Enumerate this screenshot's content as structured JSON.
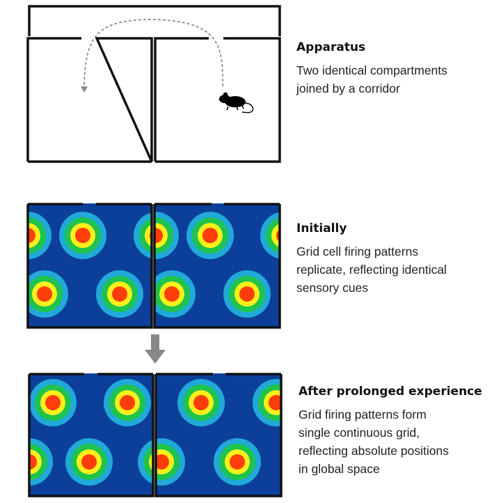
{
  "colors": {
    "background": "#0b3f9a",
    "field_rings": [
      "#21a9d8",
      "#1ec44c",
      "#ffef1a",
      "#ff3d0a"
    ],
    "wall": "#111111",
    "path": "#8a8a8a",
    "arrow": "#888888",
    "mouse": "#000000"
  },
  "icons": {
    "mouse": "mouse-icon",
    "transition": "down-arrow-icon"
  },
  "sections": {
    "apparatus": {
      "title": "Apparatus",
      "lines": [
        "Two identical compartments",
        "joined by a corridor"
      ]
    },
    "initially": {
      "title": "Initially",
      "lines": [
        "Grid cell firing patterns",
        "replicate, reflecting identical",
        "sensory cues"
      ]
    },
    "after": {
      "title": "After prolonged experience",
      "lines": [
        "Grid firing patterns form",
        "single continuous grid,",
        "reflecting absolute positions",
        "in global space"
      ]
    }
  }
}
